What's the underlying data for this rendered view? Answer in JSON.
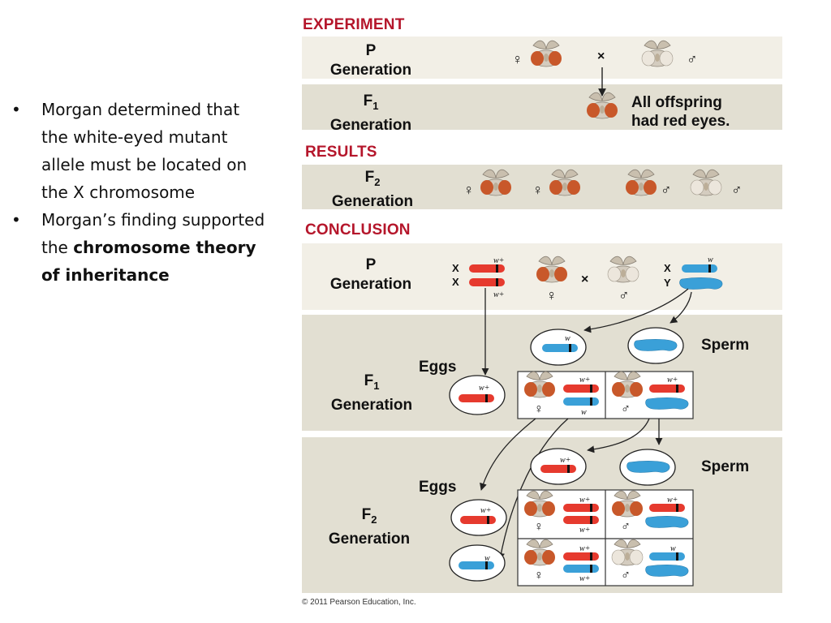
{
  "bullets": [
    {
      "text": "Morgan determined that the white-eyed mutant allele must be located on the X chromosome"
    },
    {
      "text": "Morgan’s finding supported the ",
      "bold": "chromosome theory of inheritance"
    }
  ],
  "sections": {
    "experiment": "EXPERIMENT",
    "results": "RESULTS",
    "conclusion": "CONCLUSION"
  },
  "generation_labels": {
    "p_letter": "P",
    "f_letter": "F",
    "word": "Generation",
    "sub_1": "1",
    "sub_2": "2"
  },
  "experiment": {
    "cross_symbol": "×",
    "female_symbol": "♀",
    "male_symbol": "♂",
    "offspring_line1": "All offspring",
    "offspring_line2": "had red eyes."
  },
  "conclusion": {
    "chrom_x": "X",
    "chrom_y": "Y",
    "allele_wplus": "w+",
    "allele_w": "w",
    "eggs_label": "Eggs",
    "sperm_label": "Sperm"
  },
  "colors": {
    "heading": "#b5162b",
    "band_light": "#f2efe6",
    "band_dark": "#e2dfd2",
    "x_chromosome": "#e63a2e",
    "y_chromosome": "#3aa0d8",
    "red_eye": "#c8582a",
    "white_eye": "#e8e2d8"
  },
  "copyright": "© 2011 Pearson Education, Inc."
}
